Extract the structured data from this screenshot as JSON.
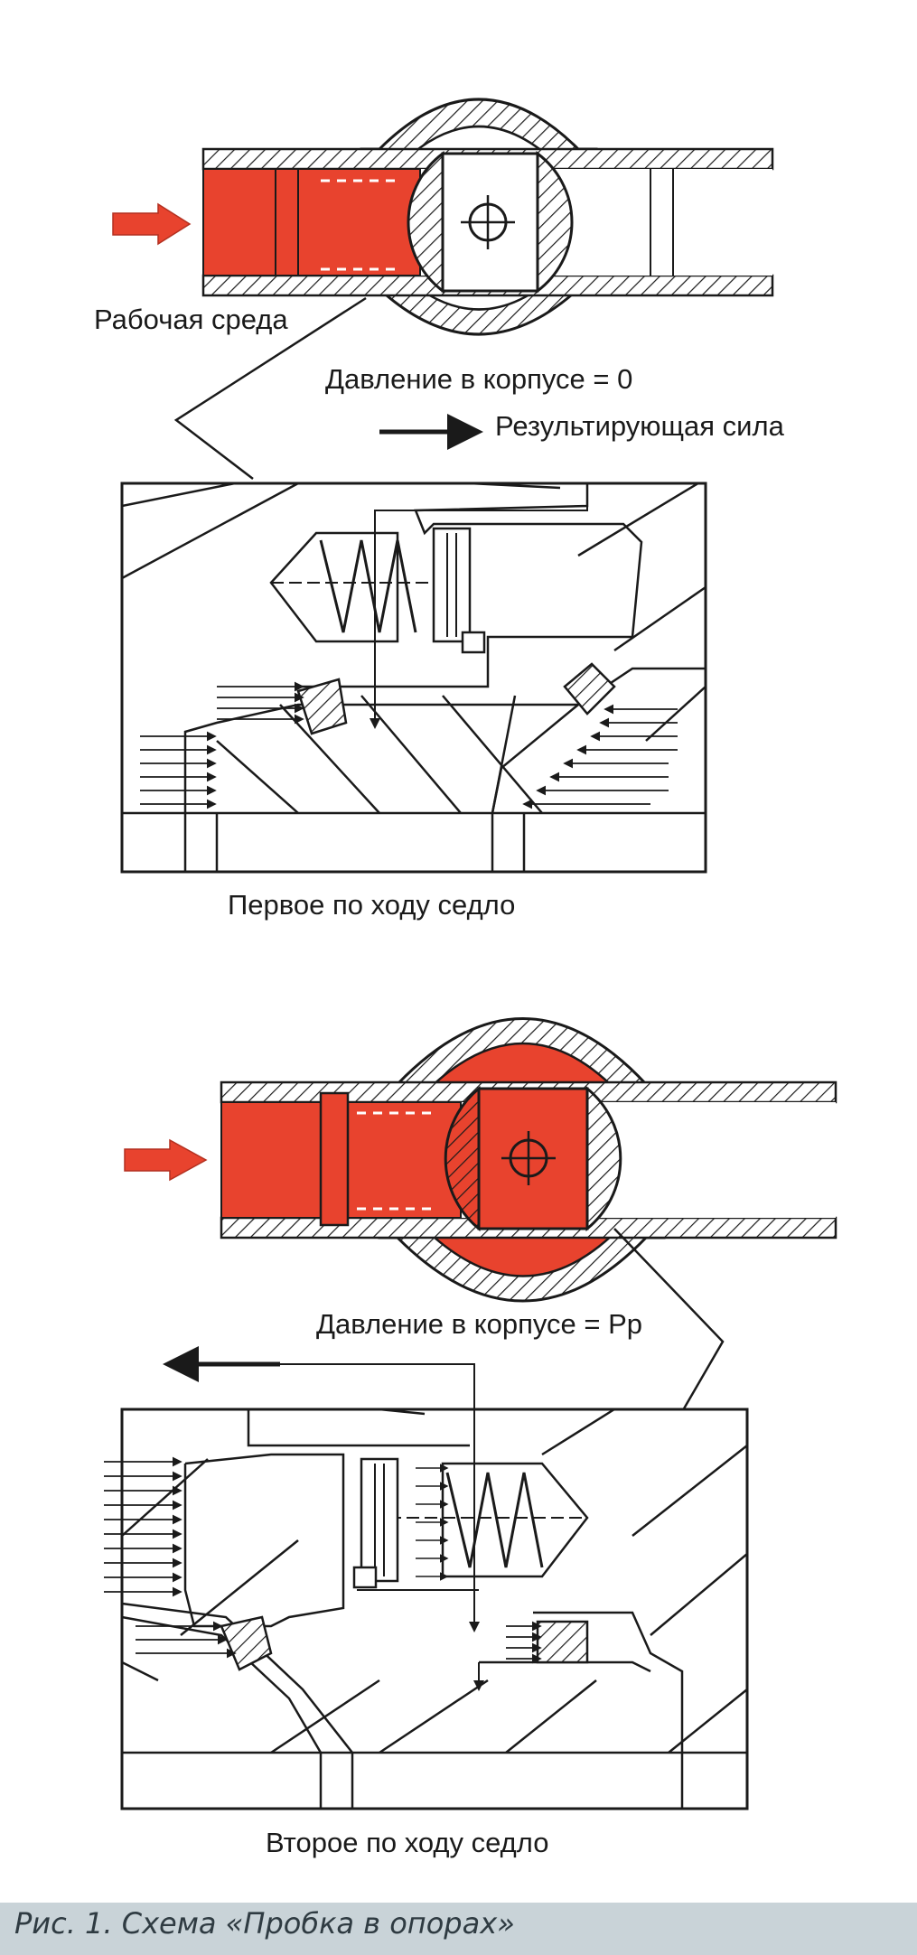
{
  "figure": {
    "caption": "Рис. 1. Схема «Пробка в опорах»",
    "colors": {
      "medium": "#e8432e",
      "line": "#1a1a1a",
      "caption_bar": "#c9d3d8",
      "caption_text": "#2f3b42"
    }
  },
  "top_diagram": {
    "medium_label": "Рабочая среда",
    "pressure_label": "Давление в корпусе = 0",
    "force_label": "Результирующая сила",
    "seat_label": "Первое по ходу седло"
  },
  "bottom_diagram": {
    "pressure_label": "Давление в корпусе = Рр",
    "seat_label": "Второе по ходу седло"
  }
}
